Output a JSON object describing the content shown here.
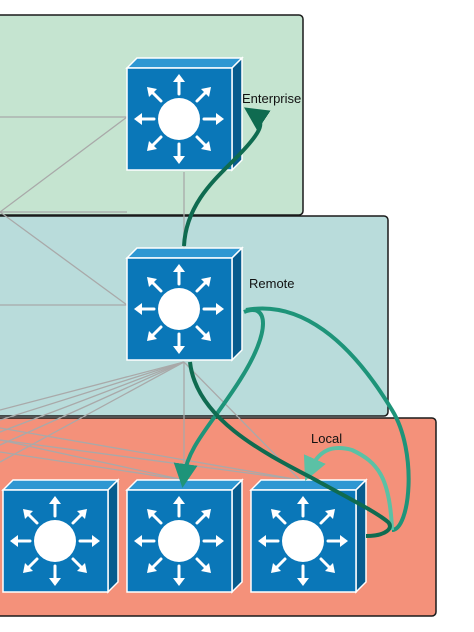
{
  "zones": [
    {
      "id": "enterprise",
      "label": "Enterprise",
      "color": "#c5e4d0"
    },
    {
      "id": "remote",
      "label": "Remote",
      "color": "#b9dcdb"
    },
    {
      "id": "local",
      "label": "Local",
      "color": "#f4917a"
    }
  ],
  "nodes": [
    {
      "id": "enterprise-switch",
      "zone": "enterprise"
    },
    {
      "id": "remote-switch",
      "zone": "remote"
    },
    {
      "id": "local-switch-1",
      "zone": "local"
    },
    {
      "id": "local-switch-2",
      "zone": "local"
    },
    {
      "id": "local-switch-3",
      "zone": "local"
    }
  ],
  "colors": {
    "switch_front": "#0a77b8",
    "switch_top": "#2e97d2",
    "switch_side": "#075c8e",
    "mesh_line": "#a9a9a9",
    "arrow_dark": "#0f6b50",
    "arrow_medium": "#1e9479",
    "arrow_light": "#5bc1a5"
  }
}
